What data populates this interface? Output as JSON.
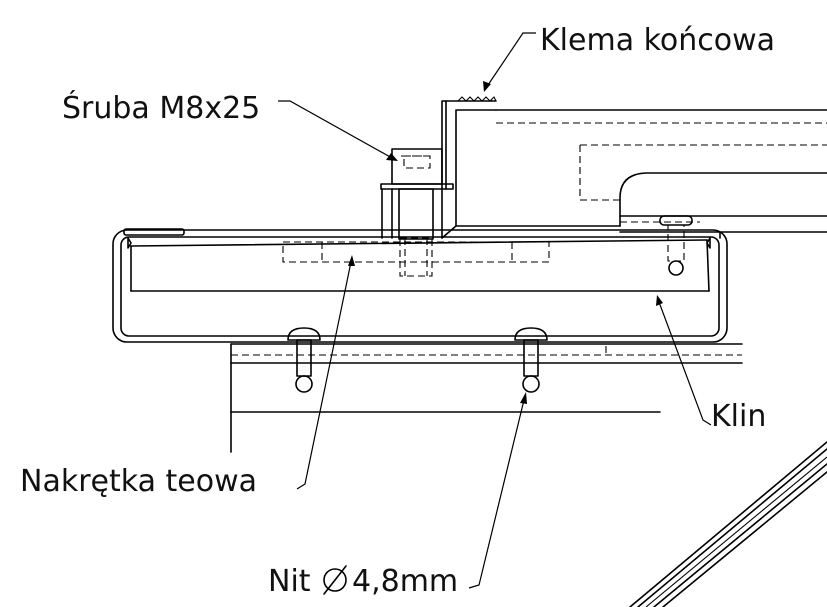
{
  "labels": {
    "end_clamp": "Klema końcowa",
    "bolt": "Śruba M8x25",
    "t_nut": "Nakrętka teowa",
    "wedge": "Klin",
    "rivet_prefix": "Nit",
    "rivet_size": "4,8mm"
  },
  "icons": {
    "diameter_symbol": "diameter-icon"
  }
}
